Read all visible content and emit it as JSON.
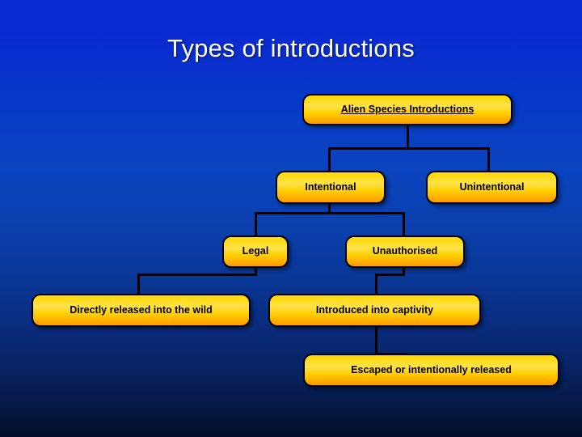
{
  "slide": {
    "title": "Types of introductions",
    "background_top_color": "#0a2ad1",
    "background_bottom_color": "#040d28",
    "title_color": "#ffffff"
  },
  "diagram": {
    "node_fill_top": "#ffd800",
    "node_fill_bottom": "#ff9800",
    "node_border_color": "#000000",
    "node_text_color": "#000000",
    "connector_color": "#000000",
    "nodes": [
      {
        "id": "root",
        "label": "Alien Species Introductions",
        "underline": true
      },
      {
        "id": "intentional",
        "label": "Intentional",
        "underline": false
      },
      {
        "id": "unintentional",
        "label": "Unintentional",
        "underline": false
      },
      {
        "id": "legal",
        "label": "Legal",
        "underline": false
      },
      {
        "id": "unauthorised",
        "label": "Unauthorised",
        "underline": false
      },
      {
        "id": "directly-released",
        "label": "Directly released into the wild",
        "underline": false
      },
      {
        "id": "introduced-captivity",
        "label": "Introduced into captivity",
        "underline": false
      },
      {
        "id": "escaped-released",
        "label": "Escaped or intentionally released",
        "underline": false
      }
    ]
  }
}
